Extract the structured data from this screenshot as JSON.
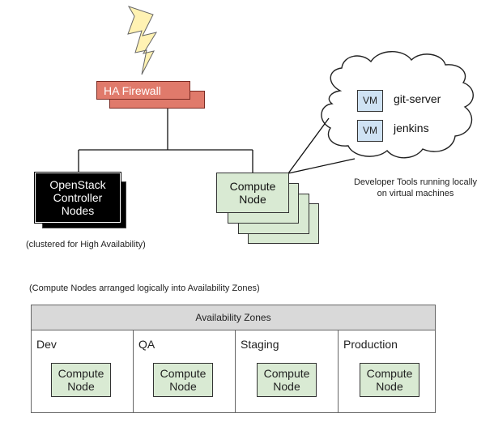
{
  "firewall": {
    "label": "HA Firewall"
  },
  "controller": {
    "label": "OpenStack\nController\nNodes",
    "caption": "(clustered for High Availability)"
  },
  "compute": {
    "label": "Compute\nNode"
  },
  "cloud": {
    "items": [
      {
        "badge": "VM",
        "name": "git-server"
      },
      {
        "badge": "VM",
        "name": "jenkins"
      }
    ]
  },
  "dev_tools_caption": "Developer Tools running locally\non virtual machines",
  "az_caption": "(Compute Nodes arranged logically into Availability Zones)",
  "zones": {
    "title": "Availability Zones",
    "columns": [
      {
        "name": "Dev",
        "node": "Compute\nNode"
      },
      {
        "name": "QA",
        "node": "Compute\nNode"
      },
      {
        "name": "Staging",
        "node": "Compute\nNode"
      },
      {
        "name": "Production",
        "node": "Compute\nNode"
      }
    ]
  },
  "colors": {
    "firewall": "#e07a6b",
    "compute_node": "#d9ead3",
    "vm_badge": "#cfe2f3",
    "lightning": "#fff2b3",
    "zones_header": "#d9d9d9"
  },
  "icons": [
    "lightning-icon",
    "cloud-icon"
  ]
}
